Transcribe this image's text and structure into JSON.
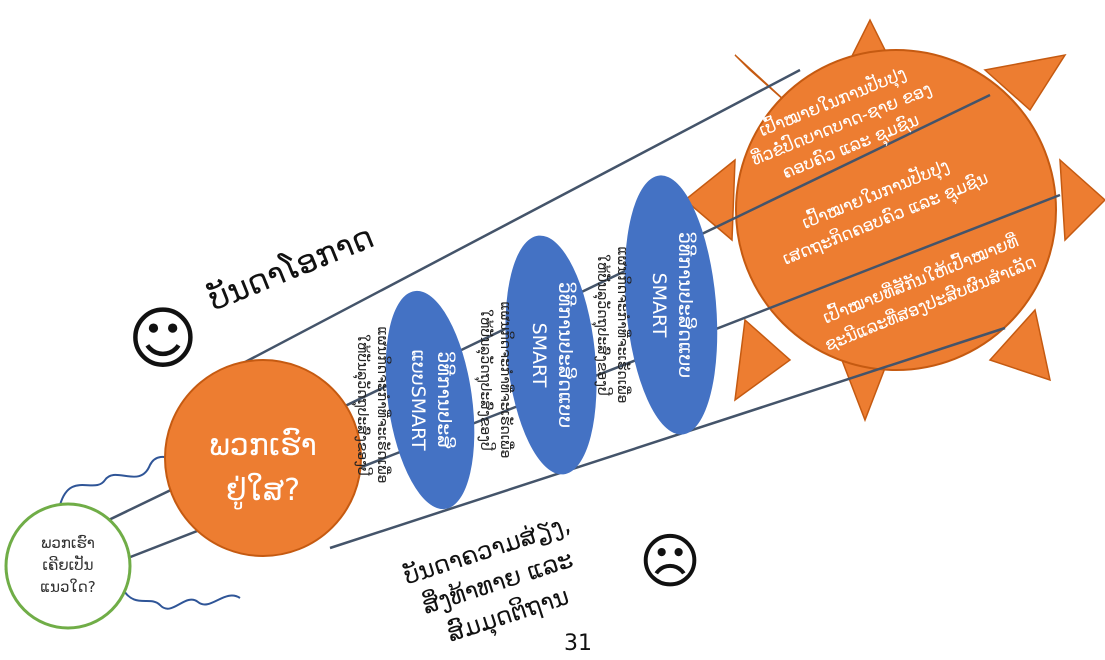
{
  "past": {
    "line1": "ພວກເຮົາ",
    "line2": "ເຄີຍເປັນ",
    "line3": "ແນວໃດ?"
  },
  "present": {
    "line1": "ພວກເຮົາ",
    "line2": "ຢູ່ໃສ?"
  },
  "opportunities": {
    "text": "ບັນດາໂອກາດ",
    "face": "☺"
  },
  "risks": {
    "line1": "ບັນດາຄວາມສ່ຽງ,",
    "line2": "ສິ່ງທ້າທາຍ ແລະ",
    "line3": "ສົມມຸດຕິຖານ",
    "face": "☹"
  },
  "goals": {
    "goal1": {
      "line1": "ເປົ້າໝາຍໃນການປັບປຸງ",
      "line2": "ທີ່ວຂໍ່ປົດບາດບາດ-ຊາຍ ຂອງ",
      "line3": "ຄອບຄົວ ແລະ ຊຸມຊົນ"
    },
    "goal2": {
      "line1": "ເປົ້າໝາຍໃນການປັບປຸງ",
      "line2": "ເສດຖະກິດຄອບຄົວ ແລະ ຊຸມຊົນ"
    },
    "goal3": {
      "line1": "ເປົ້າໝາຍທີ່ສັກັນໃຫ້ເປົ້າໝາຍທີ່",
      "line2": "ຊະນີແລະທີ່ສອງປະສົບຜົນສໍາເລັດ"
    }
  },
  "plans": [
    {
      "label_line1": "ວິທີການປະສິ",
      "label_line2": "ແບບSMART",
      "note_line1": "ແຜນກິດຈະກຳທີ່ຈະເຮັດເພື່ອ",
      "note_line2": "ໃຫ້ບັນລຸວັດຖຸປະສົງຂອງປີ"
    },
    {
      "label_line1": "ວິທີການປະສິດແບບ",
      "label_line2": "SMART",
      "note_line1": "ແຜນກິດຈະກຳທີ່ຈະເຮັດເພື່ອ",
      "note_line2": "ໃຫ້ບັນລຸວັດຖຸປະສົງຂອງປີ"
    },
    {
      "label_line1": "ວິທີການປະສິດແບບ",
      "label_line2": "SMART",
      "note_line1": "ແຜນກິດຈະກຳທີ່ຈະເຮັດເພື່ອ",
      "note_line2": "ໃຫ້ບັນລຸວັດຖຸປະສົງຂອງປີ"
    }
  ],
  "page_number": "31",
  "colors": {
    "orange": "#ED7D31",
    "blue": "#4472C4",
    "green": "#70AD47",
    "line": "#44546A",
    "white": "#ffffff"
  }
}
